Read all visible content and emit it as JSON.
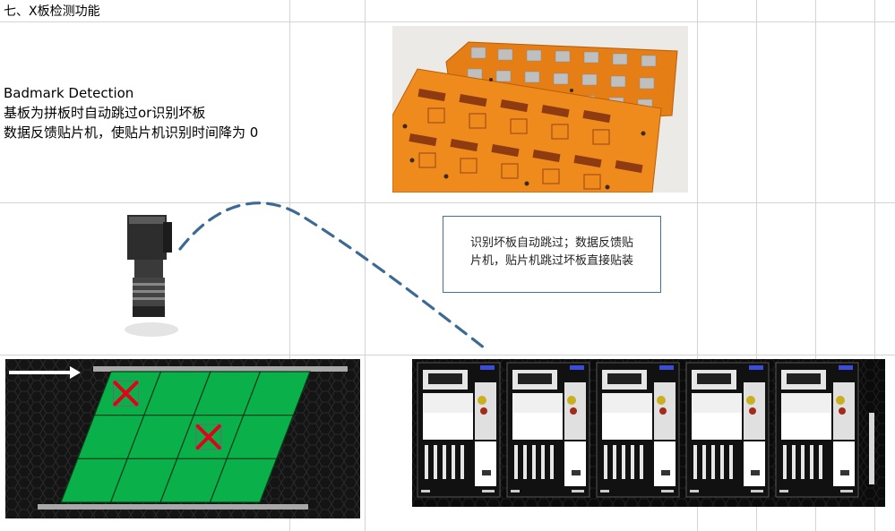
{
  "section": {
    "title": "七、X板检测功能"
  },
  "description": {
    "line1": "Badmark Detection",
    "line2": "基板为拼板时自动跳过or识别坏板",
    "line3": "数据反馈贴片机，使贴片机识别时间降为 0"
  },
  "note": {
    "line1": "识别坏板自动跳过；数据反馈贴",
    "line2": "片机，贴片机跳过坏板直接贴装"
  },
  "board": {
    "bad_cells": [
      [
        0,
        0
      ],
      [
        2,
        1
      ]
    ],
    "rows": 3,
    "cols": 4
  },
  "colors": {
    "board_green": "#0ab04a",
    "bad_mark": "#e3001b",
    "pcb_orange": "#e67e16",
    "callout_border": "#41719c",
    "curve": "#3c6a94"
  },
  "machines": {
    "count": 5
  }
}
